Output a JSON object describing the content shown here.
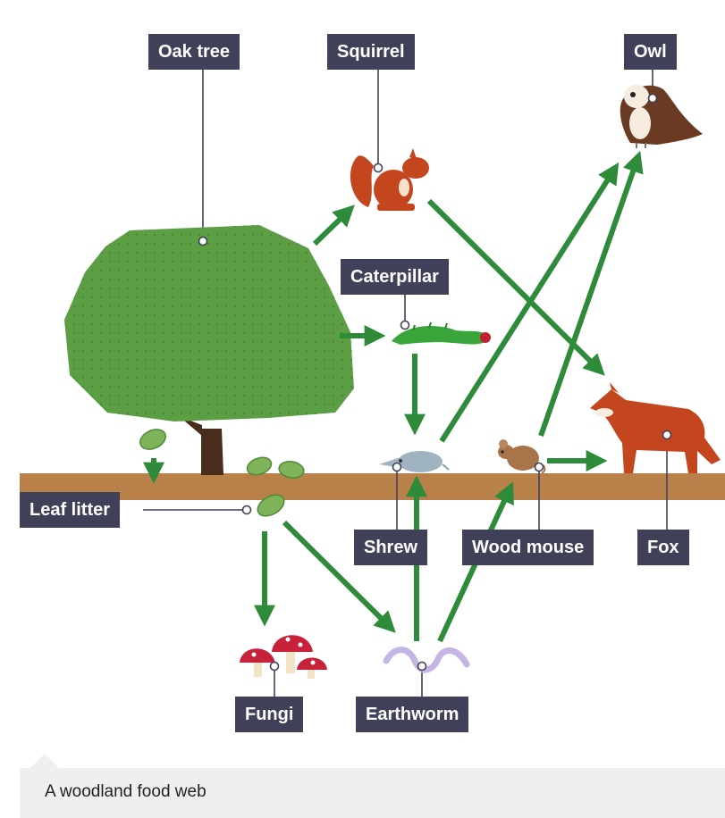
{
  "diagram": {
    "organisms": [
      {
        "id": "oak-tree",
        "label": "Oak tree"
      },
      {
        "id": "squirrel",
        "label": "Squirrel"
      },
      {
        "id": "owl",
        "label": "Owl"
      },
      {
        "id": "caterpillar",
        "label": "Caterpillar"
      },
      {
        "id": "leaf-litter",
        "label": "Leaf litter"
      },
      {
        "id": "shrew",
        "label": "Shrew"
      },
      {
        "id": "wood-mouse",
        "label": "Wood mouse"
      },
      {
        "id": "fox",
        "label": "Fox"
      },
      {
        "id": "fungi",
        "label": "Fungi"
      },
      {
        "id": "earthworm",
        "label": "Earthworm"
      }
    ],
    "feeding_links": [
      [
        "oak-tree",
        "squirrel"
      ],
      [
        "oak-tree",
        "caterpillar"
      ],
      [
        "oak-tree",
        "leaf-litter"
      ],
      [
        "squirrel",
        "fox"
      ],
      [
        "caterpillar",
        "shrew"
      ],
      [
        "shrew",
        "owl"
      ],
      [
        "wood-mouse",
        "owl"
      ],
      [
        "wood-mouse",
        "fox"
      ],
      [
        "leaf-litter",
        "fungi"
      ],
      [
        "leaf-litter",
        "earthworm"
      ],
      [
        "earthworm",
        "shrew"
      ],
      [
        "earthworm",
        "wood-mouse"
      ]
    ],
    "colors": {
      "arrow": "#2e8b3a",
      "label_bg": "#404158",
      "tree": "#5c9e43",
      "trunk": "#4a2c1c",
      "ground": "#b9804a",
      "animal": "#c4461f"
    }
  },
  "caption": "A woodland food web"
}
